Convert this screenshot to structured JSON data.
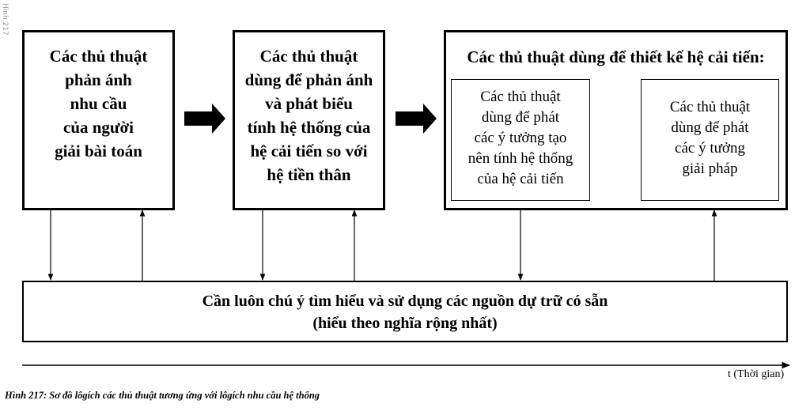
{
  "box1": {
    "lines": [
      "Các thủ thuật",
      "phản ánh",
      "nhu cầu",
      "của người",
      "giải bài toán"
    ]
  },
  "box2": {
    "lines": [
      "Các thủ thuật",
      "dùng để phản ánh",
      "và phát biểu",
      "tính hệ thống của",
      "hệ cải tiến so với",
      "hệ tiền thân"
    ]
  },
  "box3": {
    "title": "Các thủ thuật dùng để thiết kế hệ cải tiến:",
    "inner_left": {
      "lines": [
        "Các thủ thuật",
        "dùng để phát",
        "các ý tưởng tạo",
        "nên tính hệ thống",
        "của hệ cải tiến"
      ]
    },
    "inner_right": {
      "lines": [
        "Các thủ thuật",
        "dùng để phát",
        "các ý tưởng",
        "giải pháp"
      ]
    }
  },
  "bottom": {
    "lines": [
      "Cần luôn chú ý tìm hiểu và sử dụng các nguồn dự trữ có sẵn",
      "(hiểu theo nghĩa rộng nhất)"
    ]
  },
  "time_label": "t (Thời gian)",
  "caption": "Hình 217: Sơ đồ lôgích các thủ thuật tương ứng với lôgích nhu cầu hệ thống",
  "side_label": "Hình 217"
}
